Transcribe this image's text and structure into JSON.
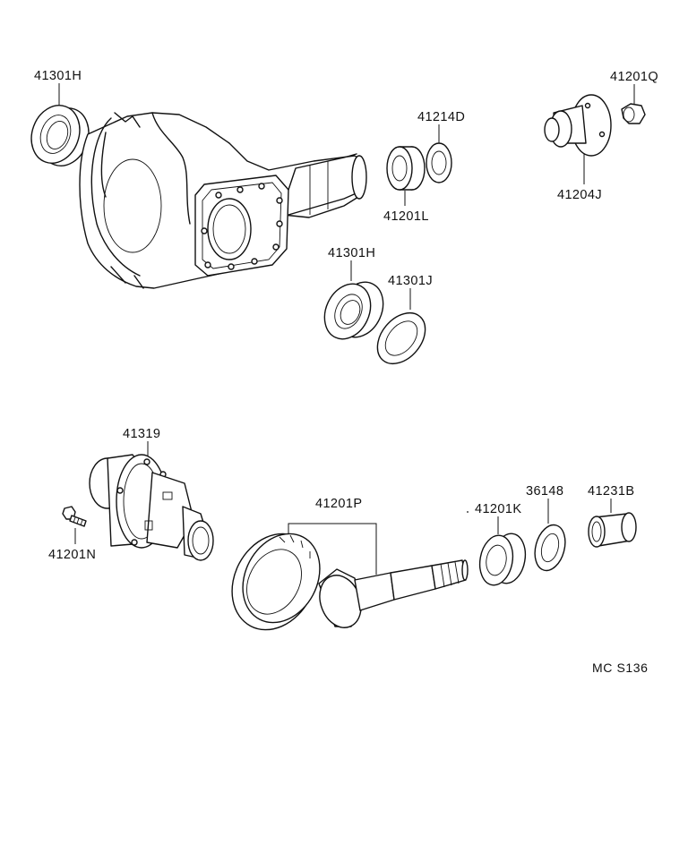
{
  "parts": [
    {
      "id": "p1",
      "number": "41301H"
    },
    {
      "id": "p2",
      "number": "41214D"
    },
    {
      "id": "p3",
      "number": "41201L"
    },
    {
      "id": "p4",
      "number": "41201Q"
    },
    {
      "id": "p5",
      "number": "41204J"
    },
    {
      "id": "p6",
      "number": "41301H"
    },
    {
      "id": "p7",
      "number": "41301J"
    },
    {
      "id": "p8",
      "number": "41319"
    },
    {
      "id": "p9",
      "number": "41201N"
    },
    {
      "id": "p10",
      "number": "41201P"
    },
    {
      "id": "p11",
      "number": "41201K"
    },
    {
      "id": "p12",
      "number": "36148"
    },
    {
      "id": "p13",
      "number": "41231B"
    }
  ],
  "diagram_code": "MC S136"
}
